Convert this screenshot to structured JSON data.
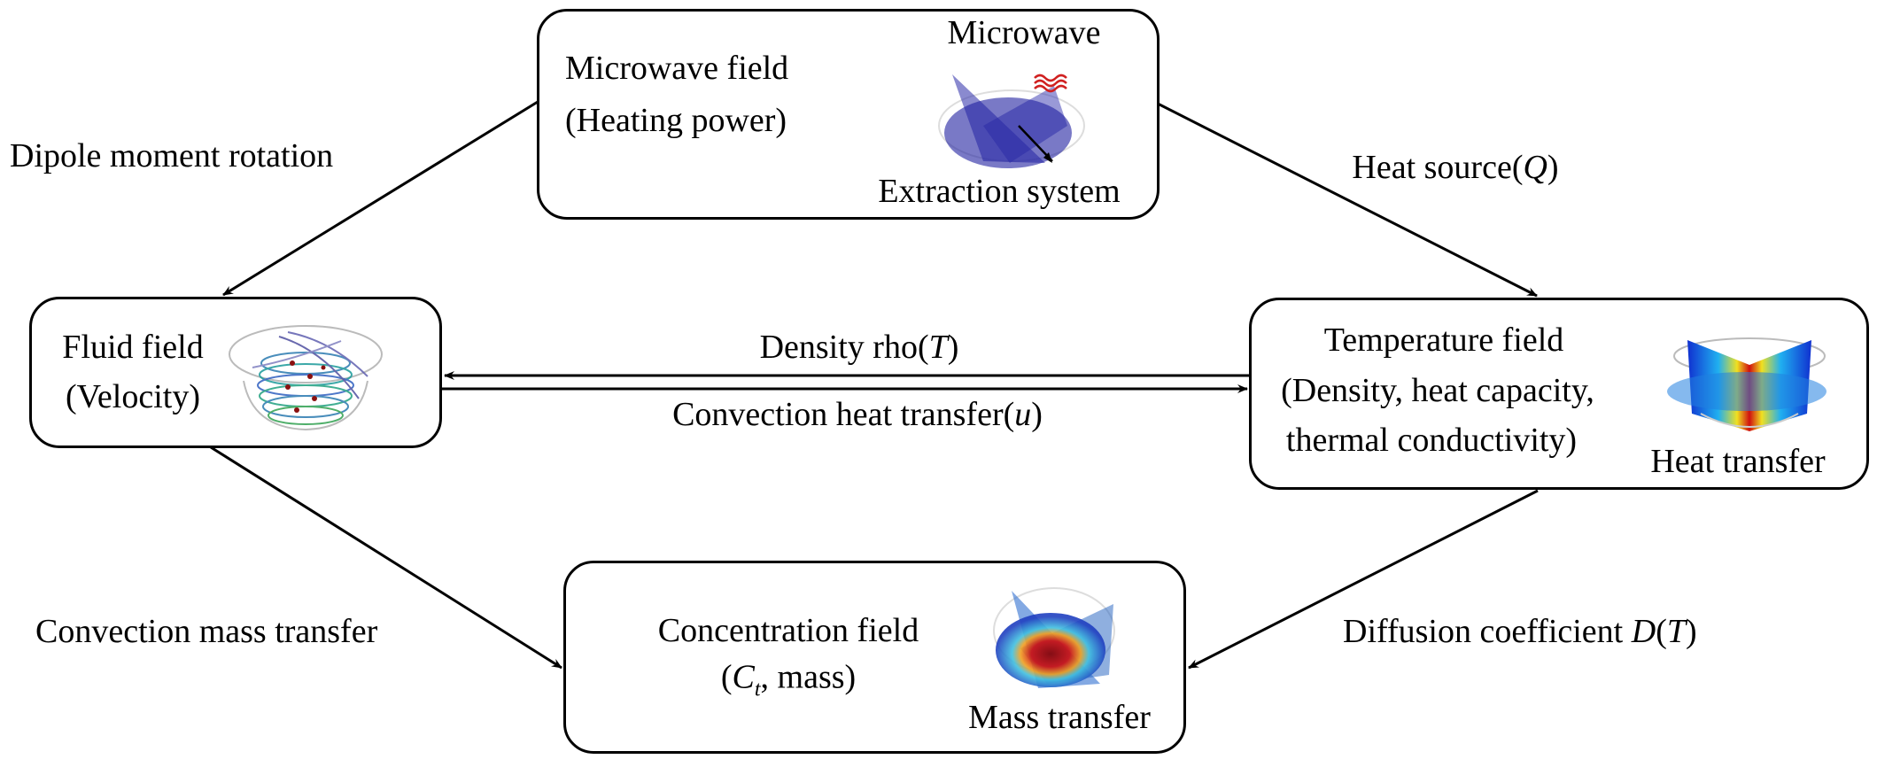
{
  "nodes": {
    "microwave": {
      "title": "Microwave field",
      "subtitle": "(Heating power)",
      "image_top_label": "Microwave",
      "image_bottom_label": "Extraction system",
      "image_icon": "microwave-extraction-system-icon"
    },
    "fluid": {
      "title": "Fluid field",
      "subtitle": "(Velocity)",
      "image_icon": "velocity-streamlines-icon"
    },
    "temperature": {
      "title": "Temperature field",
      "line2": "(Density, heat capacity,",
      "line3": "thermal conductivity)",
      "image_label": "Heat transfer",
      "image_icon": "temperature-distribution-icon"
    },
    "concentration": {
      "title": "Concentration field",
      "subtitle_open": "(",
      "subtitle_var": "C",
      "subtitle_sub": "t",
      "subtitle_rest": ", mass)",
      "image_label": "Mass transfer",
      "image_icon": "concentration-distribution-icon"
    }
  },
  "edges": {
    "dipole": {
      "label": "Dipole moment rotation",
      "from": "Microwave field",
      "to": "Fluid field"
    },
    "heat_source": {
      "label_text": "Heat source(",
      "label_var": "Q",
      "label_close": ")",
      "from": "Microwave field",
      "to": "Temperature field"
    },
    "density": {
      "label_text": "Density rho(",
      "label_var": "T",
      "label_close": ")",
      "from": "Temperature field",
      "to": "Fluid field"
    },
    "convection_heat": {
      "label_text": "Convection heat transfer(",
      "label_var": "u",
      "label_close": ")",
      "from": "Fluid field",
      "to": "Temperature field"
    },
    "convection_mass": {
      "label": "Convection mass transfer",
      "from": "Fluid field",
      "to": "Concentration field"
    },
    "diffusion": {
      "label_text": "Diffusion coefficient ",
      "label_var": "D",
      "label_open": "(",
      "label_var2": "T",
      "label_close": ")",
      "from": "Temperature field",
      "to": "Concentration field"
    }
  }
}
